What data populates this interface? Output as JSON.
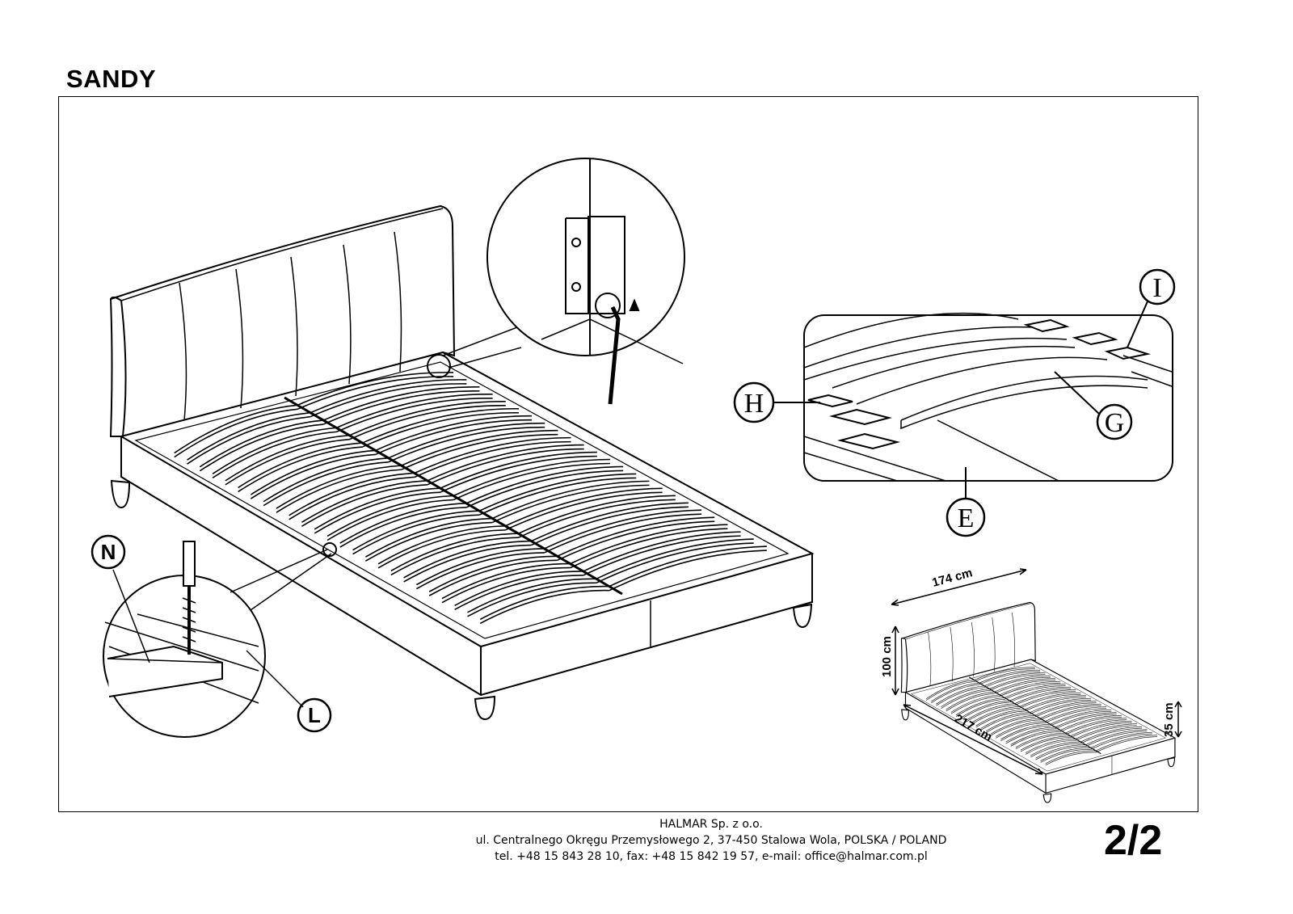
{
  "title": "SANDY",
  "page": "2/2",
  "labels": {
    "N": "N",
    "L": "L",
    "H": "H",
    "I": "I",
    "G": "G",
    "E": "E"
  },
  "dimensions": {
    "width": "174 cm",
    "height": "100 cm",
    "length": "217 cm",
    "frame_height": "35 cm"
  },
  "footer": {
    "company": "HALMAR Sp. z o.o.",
    "address": "ul. Centralnego Okręgu Przemysłowego 2, 37-450 Stalowa Wola, POLSKA / POLAND",
    "contact": "tel. +48 15 843 28 10, fax: +48 15 842 19 57, e-mail: office@halmar.com.pl"
  }
}
